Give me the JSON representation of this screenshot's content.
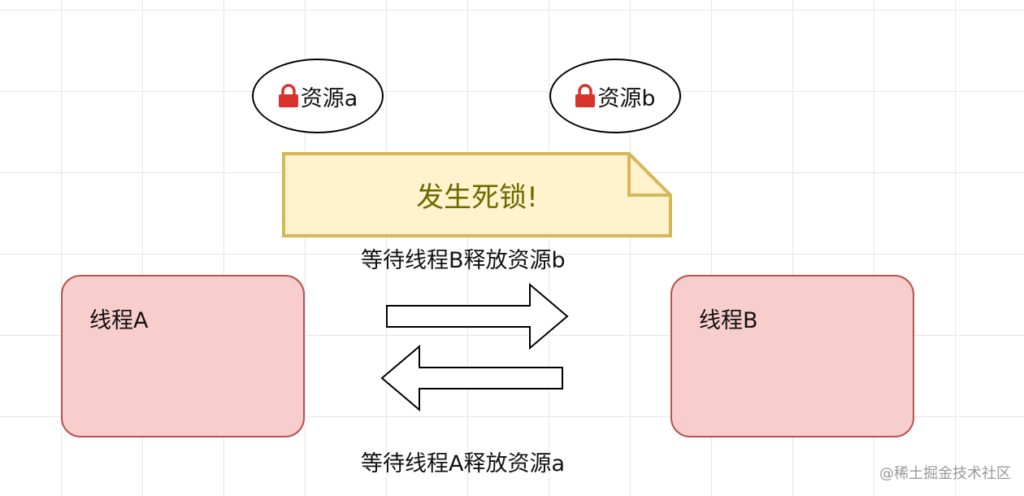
{
  "resources": [
    {
      "label": "资源a",
      "icon": "lock-icon"
    },
    {
      "label": "资源b",
      "icon": "lock-icon"
    }
  ],
  "note": {
    "text": "发生死锁!"
  },
  "threads": [
    {
      "label": "线程A"
    },
    {
      "label": "线程B"
    }
  ],
  "arrows": {
    "top_label": "等待线程B释放资源b",
    "bottom_label": "等待线程A释放资源a"
  },
  "watermark": "@稀土掘金技术社区",
  "colors": {
    "thread_fill": "#f8cecc",
    "thread_border": "#b85450",
    "note_fill": "#fff2cc",
    "note_border": "#d6b656",
    "lock": "#d9342b"
  }
}
